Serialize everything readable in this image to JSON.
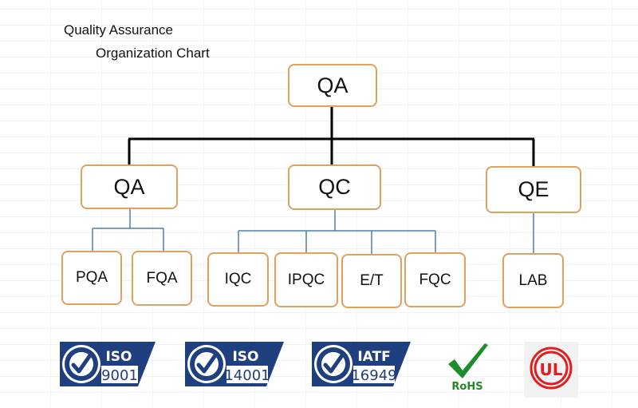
{
  "title": {
    "line1": "Quality Assurance",
    "line2": "Organization Chart"
  },
  "org": {
    "root": "QA",
    "departments": [
      {
        "label": "QA",
        "units": [
          "PQA",
          "FQA"
        ]
      },
      {
        "label": "QC",
        "units": [
          "IQC",
          "IPQC",
          "E/T",
          "FQC"
        ]
      },
      {
        "label": "QE",
        "units": [
          "LAB"
        ]
      }
    ]
  },
  "certifications": [
    {
      "icon": "iso-9001-logo",
      "label": "ISO",
      "number": "9001"
    },
    {
      "icon": "iso-14001-logo",
      "label": "ISO",
      "number": "14001"
    },
    {
      "icon": "iatf-16949-logo",
      "label": "IATF",
      "number": "16949"
    },
    {
      "icon": "rohs-logo",
      "label": "RoHS"
    },
    {
      "icon": "ul-logo",
      "label": "UL"
    }
  ],
  "colors": {
    "box_border": "#e0a060",
    "main_connector": "#000000",
    "sub_connector": "#4a7fb0",
    "cert_blue": "#1f3f7f",
    "rohs_green": "#1e8c2a",
    "ul_red": "#e11d1d"
  }
}
